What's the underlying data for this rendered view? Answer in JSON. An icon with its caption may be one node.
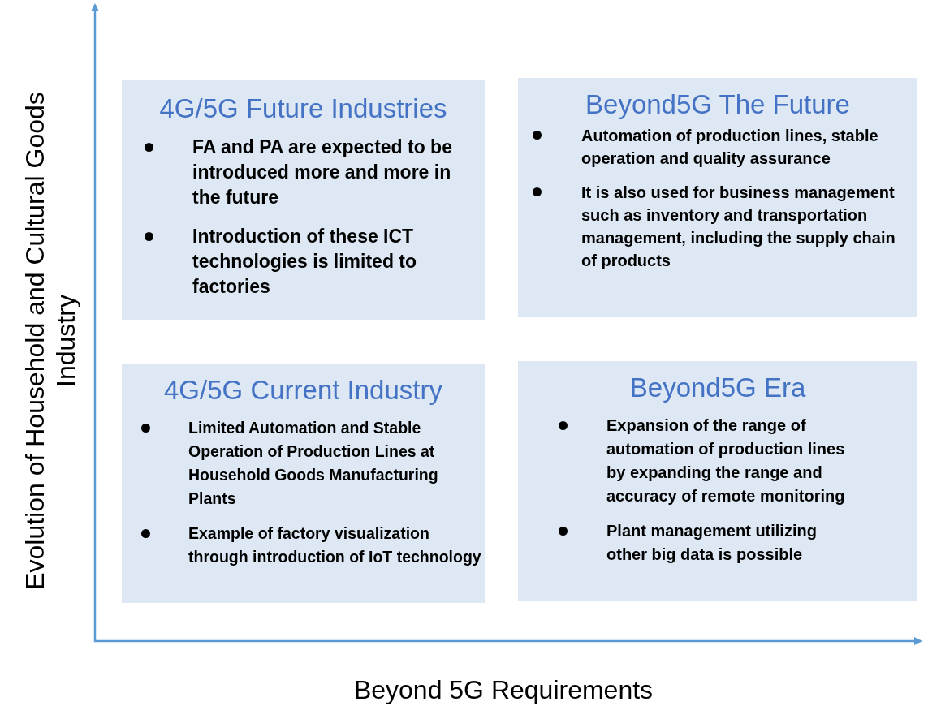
{
  "diagram": {
    "nodes": [
      {
        "text": [
          "4G/5G Future Industries",
          "FA and PA are expected to be introduced more and more in the future",
          "Introduction of these ICT technologies is limited to factories"
        ]
      },
      {
        "text": [
          "Beyond5G The Future",
          "Automation of production lines, stable operation and quality assurance",
          "It is also used for business management such as inventory and transportation management, including the supply chain of products"
        ]
      },
      {
        "text": [
          "4G/5G Current Industry",
          "Limited Automation and Stable Operation of Production Lines at Household Goods Manufacturing Plants",
          "Example of factory visualization through introduction of IoT technology"
        ]
      },
      {
        "text": [
          "Beyond5G Era",
          "Expansion of the range of automation of production lines by expanding the range and accuracy of remote monitoring",
          "Plant management utilizing other big data is possible"
        ]
      }
    ],
    "labels": [
      "Evolution of Household and Cultural Goods Industry",
      "Beyond 5G Requirements"
    ]
  }
}
